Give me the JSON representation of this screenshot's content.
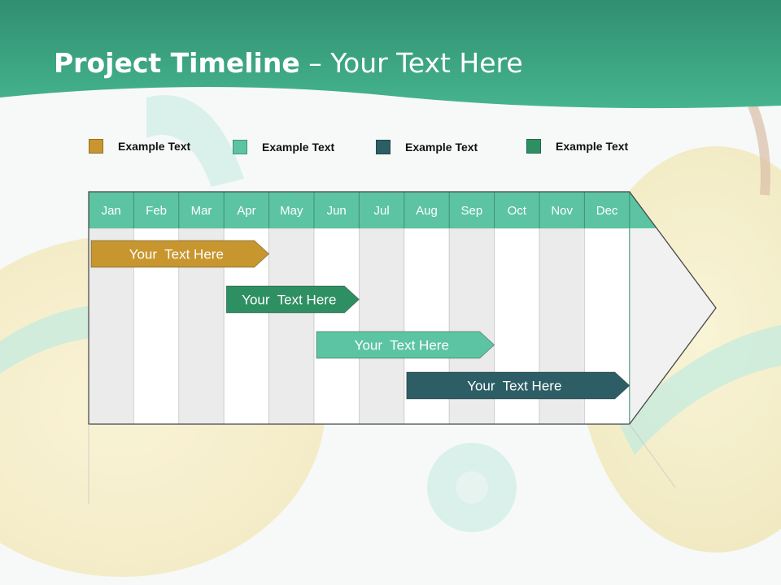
{
  "title": {
    "bold": "Project Timeline",
    "rest": " – Your Text Here"
  },
  "legend": [
    {
      "label": "Example Text",
      "color": "#c8962e"
    },
    {
      "label": "Example Text",
      "color": "#5cc4a2"
    },
    {
      "label": "Example Text",
      "color": "#2d5e66"
    },
    {
      "label": "Example Text",
      "color": "#2e8f63"
    }
  ],
  "months": [
    "Jan",
    "Feb",
    "Mar",
    "Apr",
    "May",
    "Jun",
    "Jul",
    "Aug",
    "Sep",
    "Oct",
    "Nov",
    "Dec"
  ],
  "tasks": [
    {
      "label": "Your  Text Here",
      "start": "Jan",
      "end": "Apr",
      "color": "#c8962e"
    },
    {
      "label": "Your  Text Here",
      "start": "Apr",
      "end": "Jun",
      "color": "#2e8f63"
    },
    {
      "label": "Your  Text Here",
      "start": "Jun",
      "end": "Sep",
      "color": "#5cc4a2"
    },
    {
      "label": "Your  Text Here",
      "start": "Aug",
      "end": "Dec",
      "color": "#2d5e66"
    }
  ],
  "colors": {
    "header_band": "#3aa886",
    "month_header": "#5cc4a2",
    "column_shade": "#ebebeb"
  }
}
